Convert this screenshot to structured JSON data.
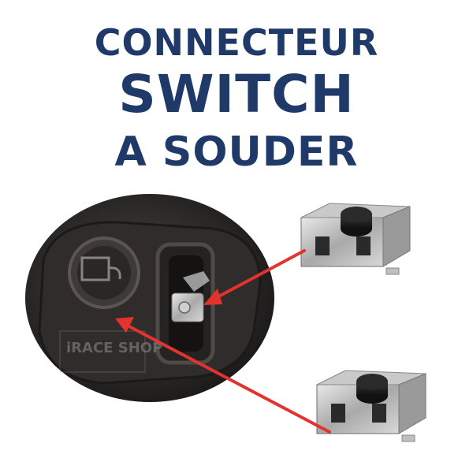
{
  "title": {
    "line1": "CONNECTEUR",
    "line2": "SWITCH",
    "line3": "A SOUDER"
  },
  "photo": {
    "watermark": "iRACE SHOP",
    "subject": "car key remote photo with two tactile switch pads",
    "arrow_color": "#e2332e"
  },
  "products": [
    {
      "name": "tactile-switch-top"
    },
    {
      "name": "tactile-switch-bottom"
    }
  ],
  "colors": {
    "title": "#1f3a68",
    "background": "#ffffff",
    "arrow": "#e2332e"
  }
}
